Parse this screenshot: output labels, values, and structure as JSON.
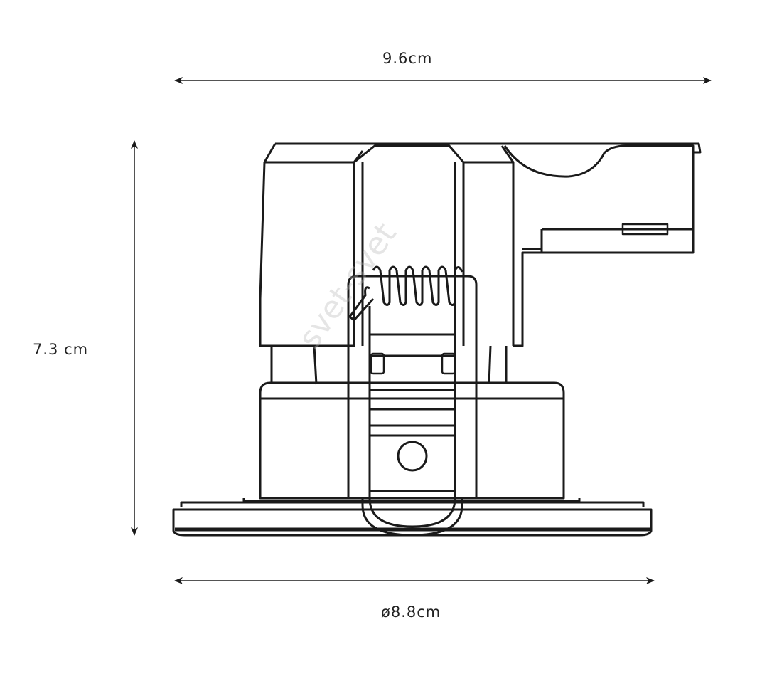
{
  "dimensions": {
    "width_top": "9.6cm",
    "height": "7.3 cm",
    "diameter": "ø8.8cm"
  },
  "watermark": "svet-svet",
  "colors": {
    "line": "#1a1a1a",
    "background": "#ffffff"
  }
}
